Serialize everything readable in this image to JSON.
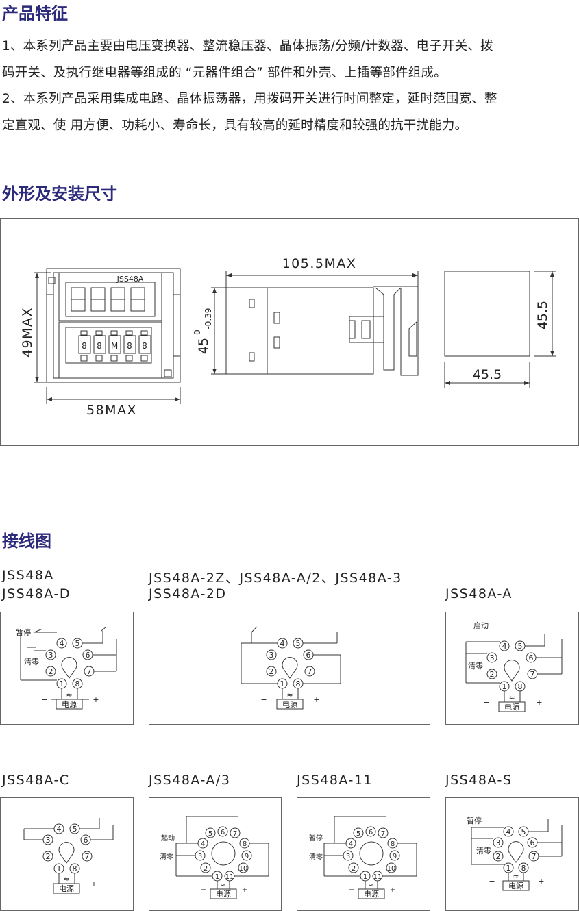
{
  "features": {
    "title": "产品特征",
    "p1_line1": "1、本系列产品主要由电压变换器、整流稳压器、晶体振荡/分频/计数器、电子开关、拨",
    "p1_line2": "码开关、及执行继电器等组成的 “元器件组合” 部件和外壳、上插等部件组成。",
    "p2_line1": "2、本系列产品采用集成电路、晶体振荡器，用拨码开关进行时间整定，延时范围宽、整",
    "p2_line2": "定直观、使 用方便、功耗小、寿命长，具有较高的延时精度和较强的抗干扰能力。"
  },
  "dimensions": {
    "title": "外形及安装尺寸",
    "front_model": "JSS48A",
    "dial_glyphs": [
      "8",
      "8",
      "M",
      "8",
      "8"
    ],
    "height_label": "49MAX",
    "width_label": "58MAX",
    "length_label": "105.5MAX",
    "side_height": "45",
    "tol_upper": "0",
    "tol_lower": "-0.39",
    "cutout_h": "45.5",
    "cutout_w": "45.5"
  },
  "wiring": {
    "title": "接线图",
    "models": {
      "m1a": "JSS48A",
      "m1b": "JSS48A-D",
      "m2a": "JSS48A-2Z、JSS48A-A/2、JSS48A-3",
      "m2b": "JSS48A-2D",
      "m3": "JSS48A-A",
      "m4": "JSS48A-C",
      "m5": "JSS48A-A/3",
      "m6": "JSS48A-11",
      "m7": "JSS48A-S"
    },
    "labels": {
      "pause": "暂停",
      "clear": "清零",
      "start": "启动",
      "start2": "起动",
      "power": "电源",
      "minus": "−",
      "plus": "+",
      "ac": "≈"
    },
    "pins8": [
      "1",
      "2",
      "3",
      "4",
      "5",
      "6",
      "7",
      "8"
    ],
    "pins11": [
      "1",
      "2",
      "3",
      "4",
      "5",
      "6",
      "7",
      "8",
      "9",
      "10",
      "11"
    ]
  }
}
